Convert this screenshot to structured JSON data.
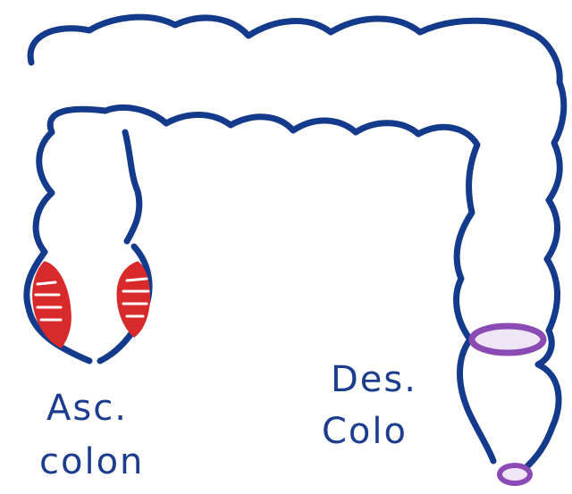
{
  "labels": {
    "ascending": {
      "line1": "Asc.",
      "line2": "colon"
    },
    "descending": {
      "line1": "Des.",
      "line2": "Colo"
    }
  },
  "colors": {
    "outline": "#143a8c",
    "inflammation": "#d82a2a",
    "ring": "#8b4bb5",
    "ring_fill": "#efe6f5",
    "text": "#1c3c8e",
    "background": "#ffffff"
  }
}
